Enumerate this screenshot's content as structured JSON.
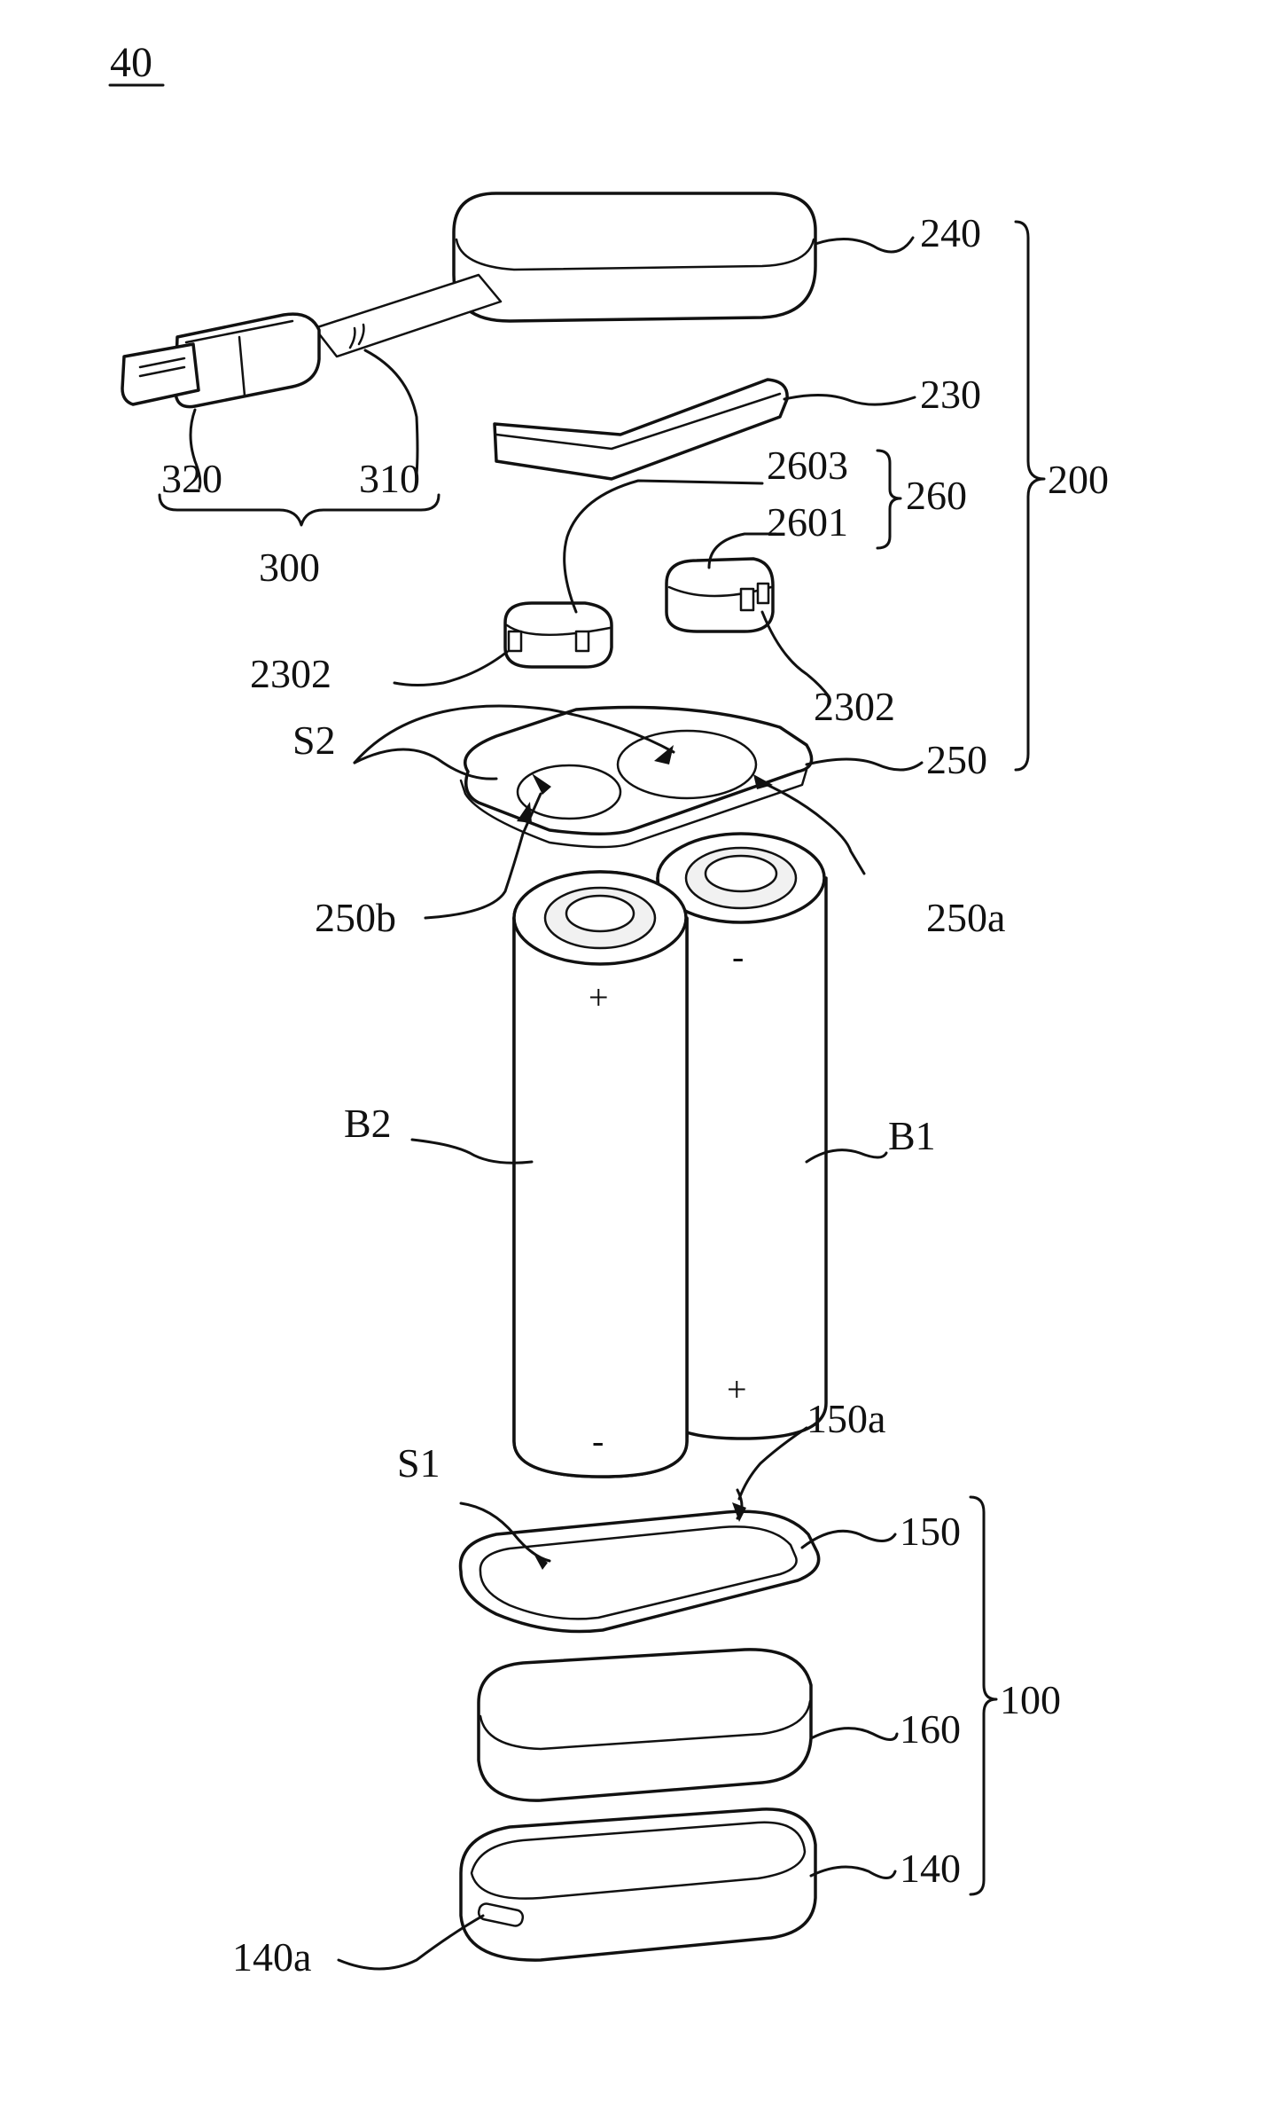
{
  "figure": {
    "number": "40",
    "labels": {
      "l240": "240",
      "l230": "230",
      "l200": "200",
      "l260": "260",
      "l2603": "2603",
      "l2601": "2601",
      "l2302_left": "2302",
      "l2302_right": "2302",
      "l320": "320",
      "l310": "310",
      "l300": "300",
      "lS2": "S2",
      "l250": "250",
      "l250b": "250b",
      "l250a": "250a",
      "lB2": "B2",
      "lB1": "B1",
      "lS1": "S1",
      "l150a": "150a",
      "l150": "150",
      "l160": "160",
      "l100": "100",
      "l140": "140",
      "l140a": "140a"
    },
    "symbols": {
      "b2_top": "+",
      "b2_bottom": "-",
      "b1_top": "-",
      "b1_bottom": "+"
    }
  }
}
